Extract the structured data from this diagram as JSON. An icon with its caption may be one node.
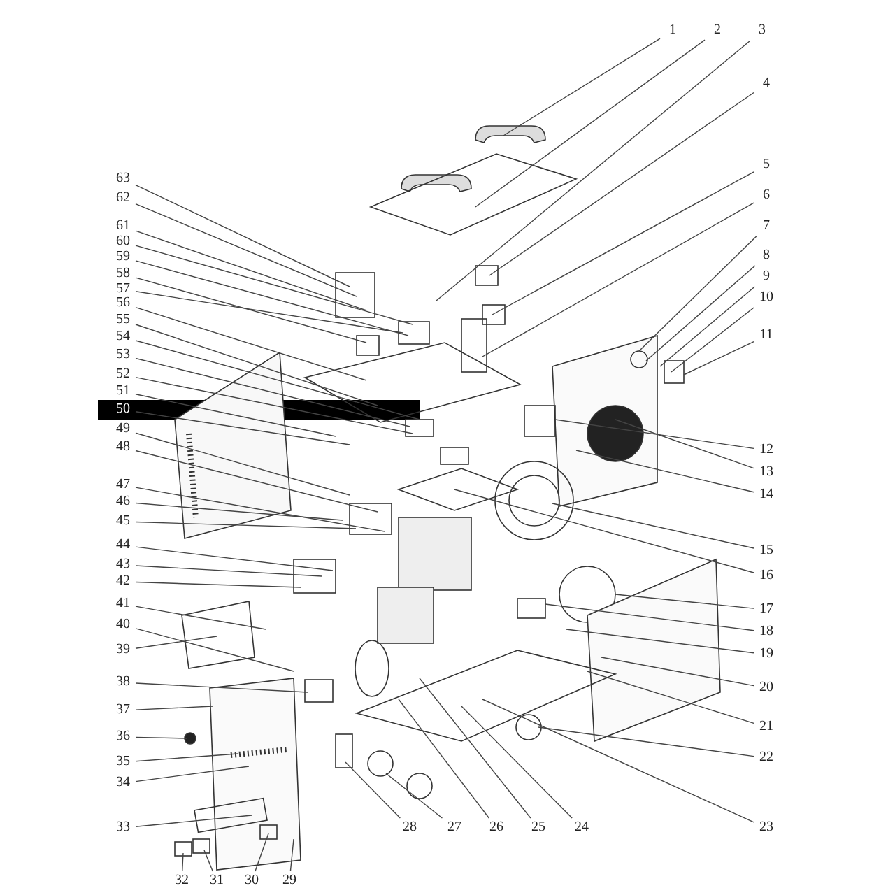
{
  "diagram": {
    "nodes": [
      {
        "text": [
          "1"
        ]
      },
      {
        "text": [
          "2"
        ]
      },
      {
        "text": [
          "3"
        ]
      },
      {
        "text": [
          "4"
        ]
      },
      {
        "text": [
          "5"
        ]
      },
      {
        "text": [
          "6"
        ]
      },
      {
        "text": [
          "7"
        ]
      },
      {
        "text": [
          "8"
        ]
      },
      {
        "text": [
          "9"
        ]
      },
      {
        "text": [
          "10"
        ]
      },
      {
        "text": [
          "11"
        ]
      },
      {
        "text": [
          "12"
        ]
      },
      {
        "text": [
          "13"
        ]
      },
      {
        "text": [
          "14"
        ]
      },
      {
        "text": [
          "15"
        ]
      },
      {
        "text": [
          "16"
        ]
      },
      {
        "text": [
          "17"
        ]
      },
      {
        "text": [
          "18"
        ]
      },
      {
        "text": [
          "19"
        ]
      },
      {
        "text": [
          "20"
        ]
      },
      {
        "text": [
          "21"
        ]
      },
      {
        "text": [
          "22"
        ]
      },
      {
        "text": [
          "23"
        ]
      },
      {
        "text": [
          "24"
        ]
      },
      {
        "text": [
          "25"
        ]
      },
      {
        "text": [
          "26"
        ]
      },
      {
        "text": [
          "27"
        ]
      },
      {
        "text": [
          "28"
        ]
      },
      {
        "text": [
          "29"
        ]
      },
      {
        "text": [
          "30"
        ]
      },
      {
        "text": [
          "31"
        ]
      },
      {
        "text": [
          "32"
        ]
      },
      {
        "text": [
          "33"
        ]
      },
      {
        "text": [
          "34"
        ]
      },
      {
        "text": [
          "35"
        ]
      },
      {
        "text": [
          "36"
        ]
      },
      {
        "text": [
          "37"
        ]
      },
      {
        "text": [
          "38"
        ]
      },
      {
        "text": [
          "39"
        ]
      },
      {
        "text": [
          "40"
        ]
      },
      {
        "text": [
          "41"
        ]
      },
      {
        "text": [
          "42"
        ]
      },
      {
        "text": [
          "43"
        ]
      },
      {
        "text": [
          "44"
        ]
      },
      {
        "text": [
          "45"
        ]
      },
      {
        "text": [
          "46"
        ]
      },
      {
        "text": [
          "47"
        ]
      },
      {
        "text": [
          "48"
        ]
      },
      {
        "text": [
          "49"
        ]
      },
      {
        "text": [
          "50"
        ]
      },
      {
        "text": [
          "51"
        ]
      },
      {
        "text": [
          "52"
        ]
      },
      {
        "text": [
          "53"
        ]
      },
      {
        "text": [
          "54"
        ]
      },
      {
        "text": [
          "55"
        ]
      },
      {
        "text": [
          "56"
        ]
      },
      {
        "text": [
          "57"
        ]
      },
      {
        "text": [
          "58"
        ]
      },
      {
        "text": [
          "59"
        ]
      },
      {
        "text": [
          "60"
        ]
      },
      {
        "text": [
          "61"
        ]
      },
      {
        "text": [
          "62"
        ]
      },
      {
        "text": [
          "63"
        ]
      }
    ],
    "edges": [
      {
        "from": 0,
        "to": null,
        "arrow": "none"
      },
      {
        "from": 1,
        "to": null,
        "arrow": "none"
      },
      {
        "from": 2,
        "to": null,
        "arrow": "none"
      },
      {
        "from": 3,
        "to": null,
        "arrow": "none"
      },
      {
        "from": 4,
        "to": null,
        "arrow": "none"
      },
      {
        "from": 5,
        "to": null,
        "arrow": "none"
      },
      {
        "from": 6,
        "to": null,
        "arrow": "none"
      },
      {
        "from": 7,
        "to": null,
        "arrow": "none"
      },
      {
        "from": 8,
        "to": null,
        "arrow": "none"
      },
      {
        "from": 9,
        "to": null,
        "arrow": "none"
      },
      {
        "from": 10,
        "to": null,
        "arrow": "none"
      },
      {
        "from": 11,
        "to": null,
        "arrow": "none"
      },
      {
        "from": 12,
        "to": null,
        "arrow": "none"
      },
      {
        "from": 13,
        "to": null,
        "arrow": "none"
      },
      {
        "from": 14,
        "to": null,
        "arrow": "none"
      },
      {
        "from": 15,
        "to": null,
        "arrow": "none"
      },
      {
        "from": 16,
        "to": null,
        "arrow": "none"
      },
      {
        "from": 17,
        "to": null,
        "arrow": "none"
      },
      {
        "from": 18,
        "to": null,
        "arrow": "none"
      },
      {
        "from": 19,
        "to": null,
        "arrow": "none"
      },
      {
        "from": 20,
        "to": null,
        "arrow": "none"
      },
      {
        "from": 21,
        "to": null,
        "arrow": "none"
      },
      {
        "from": 22,
        "to": null,
        "arrow": "none"
      },
      {
        "from": 23,
        "to": null,
        "arrow": "none"
      },
      {
        "from": 24,
        "to": null,
        "arrow": "none"
      },
      {
        "from": 25,
        "to": null,
        "arrow": "none"
      },
      {
        "from": 26,
        "to": null,
        "arrow": "none"
      },
      {
        "from": 27,
        "to": null,
        "arrow": "none"
      },
      {
        "from": 28,
        "to": null,
        "arrow": "none"
      },
      {
        "from": 29,
        "to": null,
        "arrow": "none"
      },
      {
        "from": 30,
        "to": null,
        "arrow": "none"
      },
      {
        "from": 31,
        "to": null,
        "arrow": "none"
      },
      {
        "from": 32,
        "to": null,
        "arrow": "none"
      },
      {
        "from": 33,
        "to": null,
        "arrow": "none"
      },
      {
        "from": 34,
        "to": null,
        "arrow": "none"
      },
      {
        "from": 35,
        "to": null,
        "arrow": "none"
      },
      {
        "from": 36,
        "to": null,
        "arrow": "none"
      },
      {
        "from": 37,
        "to": null,
        "arrow": "none"
      },
      {
        "from": 38,
        "to": null,
        "arrow": "none"
      },
      {
        "from": 39,
        "to": null,
        "arrow": "none"
      },
      {
        "from": 40,
        "to": null,
        "arrow": "none"
      },
      {
        "from": 41,
        "to": null,
        "arrow": "none"
      },
      {
        "from": 42,
        "to": null,
        "arrow": "none"
      },
      {
        "from": 43,
        "to": null,
        "arrow": "none"
      },
      {
        "from": 44,
        "to": null,
        "arrow": "none"
      },
      {
        "from": 45,
        "to": null,
        "arrow": "none"
      },
      {
        "from": 46,
        "to": null,
        "arrow": "none"
      },
      {
        "from": 47,
        "to": null,
        "arrow": "none"
      },
      {
        "from": 48,
        "to": null,
        "arrow": "none"
      },
      {
        "from": 49,
        "to": null,
        "arrow": "none"
      },
      {
        "from": 50,
        "to": null,
        "arrow": "none"
      },
      {
        "from": 51,
        "to": null,
        "arrow": "none"
      },
      {
        "from": 52,
        "to": null,
        "arrow": "none"
      },
      {
        "from": 53,
        "to": null,
        "arrow": "none"
      },
      {
        "from": 54,
        "to": null,
        "arrow": "none"
      },
      {
        "from": 55,
        "to": null,
        "arrow": "none"
      },
      {
        "from": 56,
        "to": null,
        "arrow": "none"
      },
      {
        "from": 57,
        "to": null,
        "arrow": "none"
      },
      {
        "from": 58,
        "to": null,
        "arrow": "none"
      },
      {
        "from": 59,
        "to": null,
        "arrow": "none"
      },
      {
        "from": 60,
        "to": null,
        "arrow": "none"
      },
      {
        "from": 61,
        "to": null,
        "arrow": "none"
      },
      {
        "from": 62,
        "to": null,
        "arrow": "none"
      }
    ]
  }
}
